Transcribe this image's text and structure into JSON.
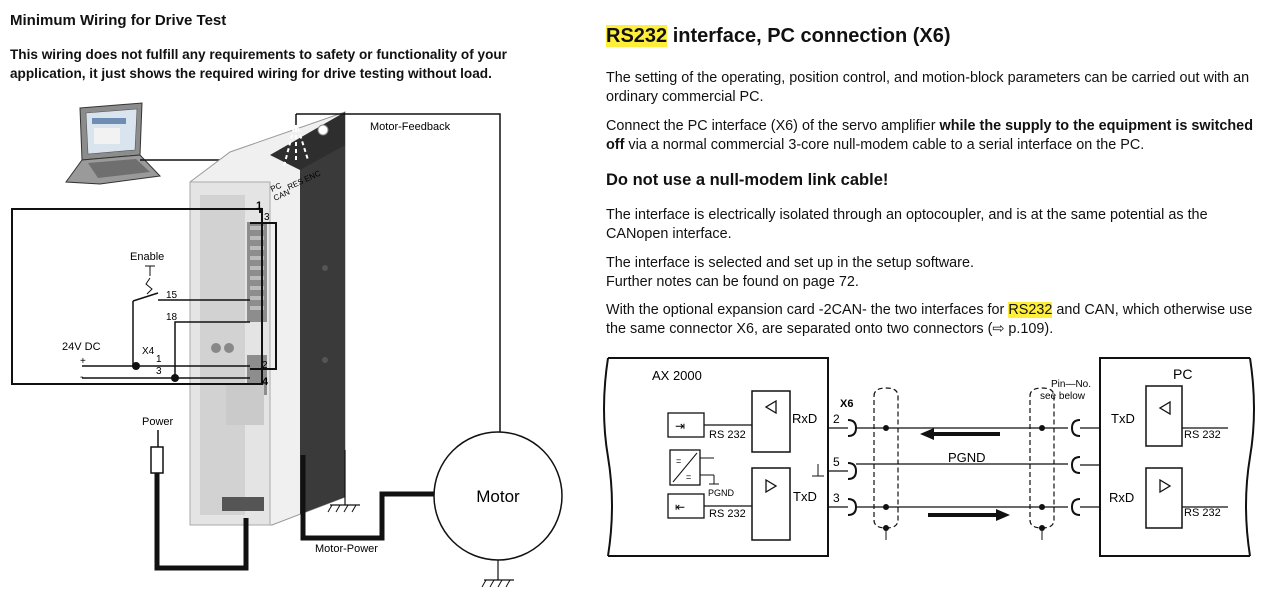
{
  "left": {
    "title": "Minimum Wiring for Drive Test",
    "warning": "This wiring does not fulfill any requirements to safety or functionality of your application, it just shows the required wiring for drive testing without load.",
    "labels": {
      "motor_feedback": "Motor-Feedback",
      "enable": "Enable",
      "pin_15": "15",
      "pin_18": "18",
      "v24dc": "24V DC",
      "x4": "X4",
      "plus": "+",
      "minus": "-",
      "pin_1_x4": "1",
      "pin_3_x4": "3",
      "pin_1": "1",
      "pin_3": "3",
      "pin_2": "2",
      "pin_4": "4",
      "pc_can": "PC\nCAN",
      "res_enc": "RES ENC",
      "power": "Power",
      "motor_power": "Motor-Power",
      "motor": "Motor"
    }
  },
  "right": {
    "heading_hl": "RS232",
    "heading_rest": " interface, PC connection (X6)",
    "p1": "The setting of the operating, position control, and motion-block parameters can be carried out with an ordinary commercial PC.",
    "p2_a": "Connect the PC interface (X6) of the servo amplifier ",
    "p2_b": "while the supply to the equipment is switched off",
    "p2_c": " via a normal commercial 3-core null-modem cable to a serial interface on the PC.",
    "subheading": "Do not use a null-modem link cable!",
    "p3": "The interface is electrically isolated through an optocoupler, and is at the same potential as the CANopen interface.",
    "p4_line1": "The interface is selected and set up in the setup software.",
    "p4_line2": "Further notes can be found on page 72.",
    "p5_a": "With the optional expansion card -2CAN- the two interfaces for ",
    "p5_hl": "RS232",
    "p5_b": " and CAN, which otherwise use the same connector X6, are separated onto two connectors (⇨ p.109).",
    "schematic": {
      "ax2000": "AX 2000",
      "pc": "PC",
      "x6": "X6",
      "pin_no": "Pin—No.",
      "see_below": "see below",
      "rxd_left": "RxD",
      "txd_left": "TxD",
      "txd_right": "TxD",
      "rxd_right": "RxD",
      "pin2": "2",
      "pin5": "5",
      "pin3": "3",
      "pgnd": "PGND",
      "pgnd_small": "PGND",
      "rs232_a": "RS 232",
      "rs232_b": "RS 232",
      "rs232_c": "RS 232",
      "rs232_d": "RS 232"
    }
  }
}
